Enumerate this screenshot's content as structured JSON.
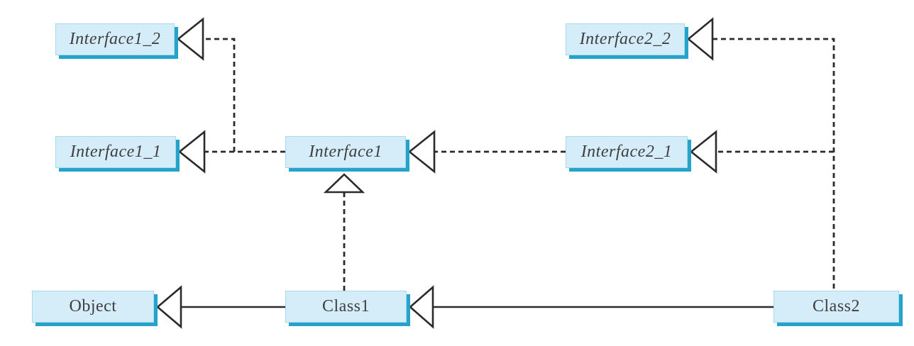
{
  "diagram": {
    "kind": "uml-class-diagram",
    "background": "#ffffff",
    "node_style": {
      "fill": "#d5edf9",
      "border": "#a5d9ee",
      "shadow": "#25a3cb",
      "text_color": "#3f3e40"
    },
    "line_color": "#2d2a2b",
    "nodes": [
      {
        "label": "Interface1_2",
        "kind": "interface"
      },
      {
        "label": "Interface2_2",
        "kind": "interface"
      },
      {
        "label": "Interface1_1",
        "kind": "interface"
      },
      {
        "label": "Interface1",
        "kind": "interface"
      },
      {
        "label": "Interface2_1",
        "kind": "interface"
      },
      {
        "label": "Object",
        "kind": "class"
      },
      {
        "label": "Class1",
        "kind": "class"
      },
      {
        "label": "Class2",
        "kind": "class"
      }
    ],
    "edges": [
      {
        "from": "Interface1",
        "to": "Interface1_1",
        "line": "dashed",
        "arrowhead": "hollow-triangle"
      },
      {
        "from": "Interface1",
        "to": "Interface1_2",
        "line": "dashed",
        "arrowhead": "hollow-triangle"
      },
      {
        "from": "Interface2_1",
        "to": "Interface1",
        "line": "dashed",
        "arrowhead": "hollow-triangle"
      },
      {
        "from": "Class2",
        "to": "Interface2_1",
        "line": "dashed",
        "arrowhead": "hollow-triangle"
      },
      {
        "from": "Class2",
        "to": "Interface2_2",
        "line": "dashed",
        "arrowhead": "hollow-triangle"
      },
      {
        "from": "Class1",
        "to": "Interface1",
        "line": "dashed",
        "arrowhead": "hollow-triangle"
      },
      {
        "from": "Class1",
        "to": "Object",
        "line": "solid",
        "arrowhead": "hollow-triangle"
      },
      {
        "from": "Class2",
        "to": "Class1",
        "line": "solid",
        "arrowhead": "hollow-triangle"
      }
    ]
  }
}
